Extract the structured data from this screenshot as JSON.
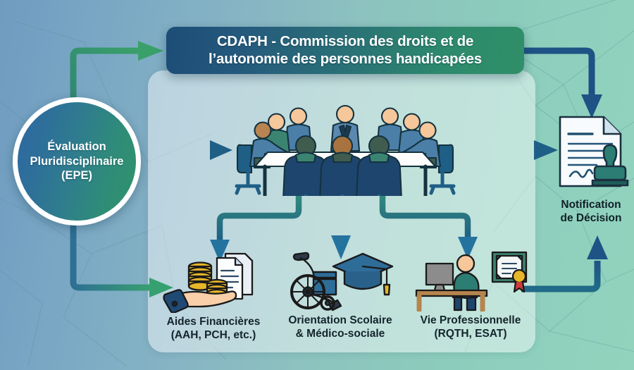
{
  "banner": {
    "title": "CDAPH - Commission des droits et de l’autonomie des personnes handicapées"
  },
  "epe": {
    "line1": "Évaluation",
    "line2": "Pluridisciplinaire",
    "line3": "(EPE)"
  },
  "meeting": {
    "icon_name": "commission-meeting-illustration",
    "seat_count": 8
  },
  "outcomes": [
    {
      "id": "aides-financieres",
      "icon_name": "hand-with-coins-and-documents-icon",
      "line1": "Aides Financières",
      "line2": "(AAH, PCH, etc.)"
    },
    {
      "id": "orientation-scolaire",
      "icon_name": "wheelchair-and-graduation-cap-icon",
      "line1": "Orientation Scolaire",
      "line2": "& Médico-sociale"
    },
    {
      "id": "vie-professionnelle",
      "icon_name": "worker-at-desk-with-certificate-icon",
      "line1": "Vie Professionnelle",
      "line2": "(RQTH, ESAT)"
    }
  ],
  "notification": {
    "icon_name": "stamped-document-icon",
    "line1": "Notification",
    "line2": "de Décision"
  },
  "arrows": [
    {
      "id": "epe-to-banner",
      "from": "Évaluation Pluridisciplinaire (EPE)",
      "to": "CDAPH banner",
      "color": "#2f9369"
    },
    {
      "id": "epe-to-meeting",
      "from": "Évaluation Pluridisciplinaire (EPE)",
      "to": "commission meeting",
      "color": "#2f7d8d"
    },
    {
      "id": "epe-to-aides",
      "from": "Évaluation Pluridisciplinaire (EPE)",
      "to": "Aides Financières",
      "color": "#2f9369"
    },
    {
      "id": "banner-to-notification",
      "from": "CDAPH banner",
      "to": "Notification de Décision",
      "color": "#1f5285"
    },
    {
      "id": "meeting-to-notification",
      "from": "commission meeting",
      "to": "Notification de Décision",
      "color": "#1f6a84"
    },
    {
      "id": "meeting-to-aides",
      "from": "commission meeting",
      "to": "Aides Financières",
      "color": "#2f8f6f"
    },
    {
      "id": "meeting-to-orientation",
      "from": "commission meeting",
      "to": "Orientation Scolaire",
      "color": "#2f8f6f"
    },
    {
      "id": "meeting-to-vie",
      "from": "commission meeting",
      "to": "Vie Professionnelle",
      "color": "#2f8f6f"
    },
    {
      "id": "vie-to-notification",
      "from": "Vie Professionnelle",
      "to": "Notification de Décision",
      "color": "#1f6a84"
    }
  ],
  "colors": {
    "banner_start": "#1d4d77",
    "banner_end": "#2f8f68",
    "circle_start": "#2b68a0",
    "circle_end": "#2f9369",
    "panel": "rgba(255,255,255,0.46)",
    "background_start": "#6f9cc0",
    "background_end": "#92d3bd",
    "text_dark": "#14242c",
    "arrow_blue": "#1f5285",
    "arrow_green": "#2f9369"
  }
}
